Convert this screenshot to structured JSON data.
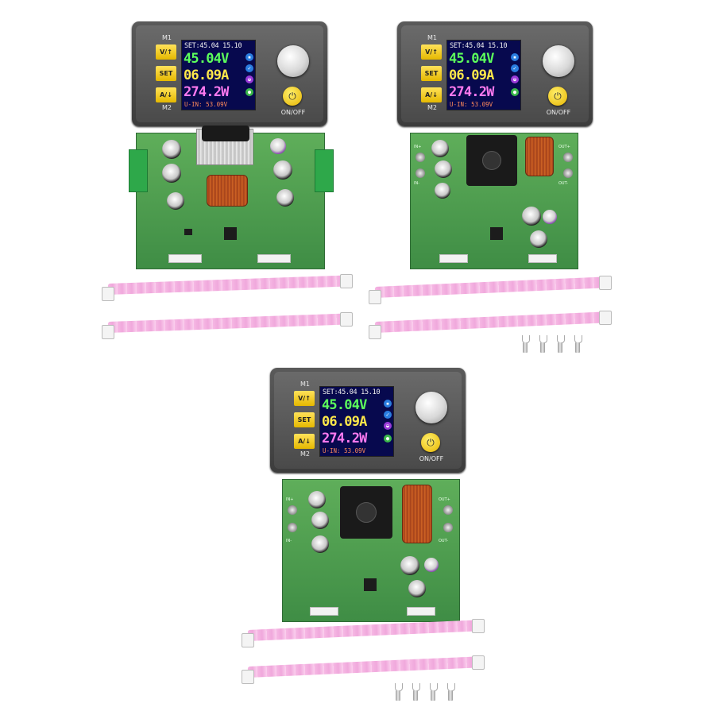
{
  "modules": [
    {
      "id": "a",
      "set_text": "SET:45.04 15.10",
      "voltage": "45.04V",
      "current": "06.09A",
      "power": "274.2W",
      "uin": "U-IN: 53.09V"
    },
    {
      "id": "b",
      "set_text": "SET:45.04 15.10",
      "voltage": "45.04V",
      "current": "06.09A",
      "power": "274.2W",
      "uin": "U-IN: 53.09V"
    },
    {
      "id": "c",
      "set_text": "SET:45.04 15.10",
      "voltage": "45.04V",
      "current": "06.09A",
      "power": "274.2W",
      "uin": "U-IN: 53.09V"
    }
  ],
  "panel_labels": {
    "m1": "M1",
    "m2": "M2",
    "vbtn": "V/↑",
    "setbtn": "SET",
    "abtn": "A/↓",
    "onoff": "ON/OFF"
  },
  "pcb_labels": {
    "in_plus": "IN+",
    "in_minus": "IN-",
    "out_plus": "OUT+",
    "out_minus": "OUT-"
  },
  "colors": {
    "screen_bg": "#07094e",
    "voltage": "#5cff5c",
    "current": "#ffe84a",
    "power": "#ff7af0",
    "button": "#f2c400",
    "pcb": "#4f9e50",
    "cable": "#f4b4e0"
  }
}
